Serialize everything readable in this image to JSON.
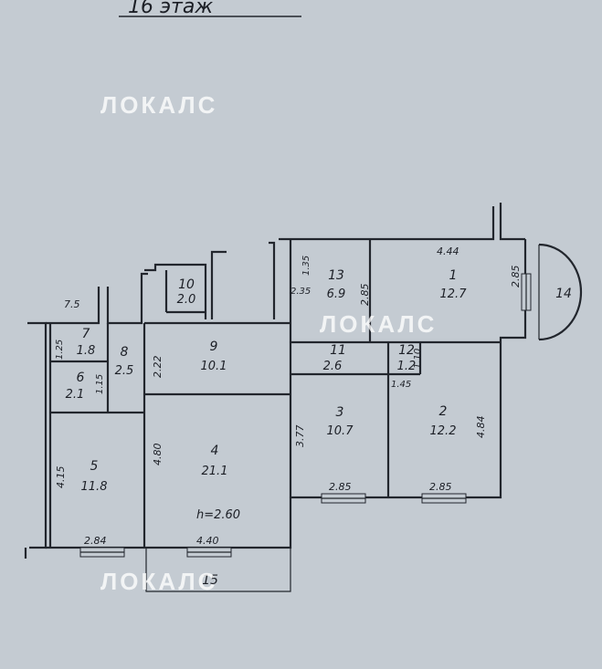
{
  "title": "16 этаж",
  "watermark": "ЛОКАЛС",
  "rooms": [
    {
      "num": "1",
      "area": "12.7"
    },
    {
      "num": "2",
      "area": "12.2"
    },
    {
      "num": "3",
      "area": "10.7"
    },
    {
      "num": "4",
      "area": "21.1"
    },
    {
      "num": "5",
      "area": "11.8"
    },
    {
      "num": "6",
      "area": "2.1"
    },
    {
      "num": "7",
      "area": "1.8"
    },
    {
      "num": "8",
      "area": "2.5"
    },
    {
      "num": "9",
      "area": "10.1"
    },
    {
      "num": "10",
      "area": "2.0"
    },
    {
      "num": "11",
      "area": "2.6"
    },
    {
      "num": "12",
      "area": "1.2"
    },
    {
      "num": "13",
      "area": "6.9"
    },
    {
      "num": "14"
    },
    {
      "num": "15"
    }
  ],
  "dimensions": {
    "d_7_5": "7.5",
    "d_4_44": "4.44",
    "d_2_85_r1": "2.85",
    "d_1_35": "1.35",
    "d_2_35": "2.35",
    "d_2_85_r13": "2.85",
    "d_2_22": "2.22",
    "d_1_25": "1.25",
    "d_1_15": "1.15",
    "d_1_10": "1.10",
    "d_1_45": "1.45",
    "d_3_77": "3.77",
    "d_4_84": "4.84",
    "d_4_15": "4.15",
    "d_4_80": "4.80",
    "d_2_85_r3": "2.85",
    "d_2_85_r2": "2.85",
    "d_2_84": "2.84",
    "d_4_40": "4.40",
    "height": "h=2.60"
  }
}
